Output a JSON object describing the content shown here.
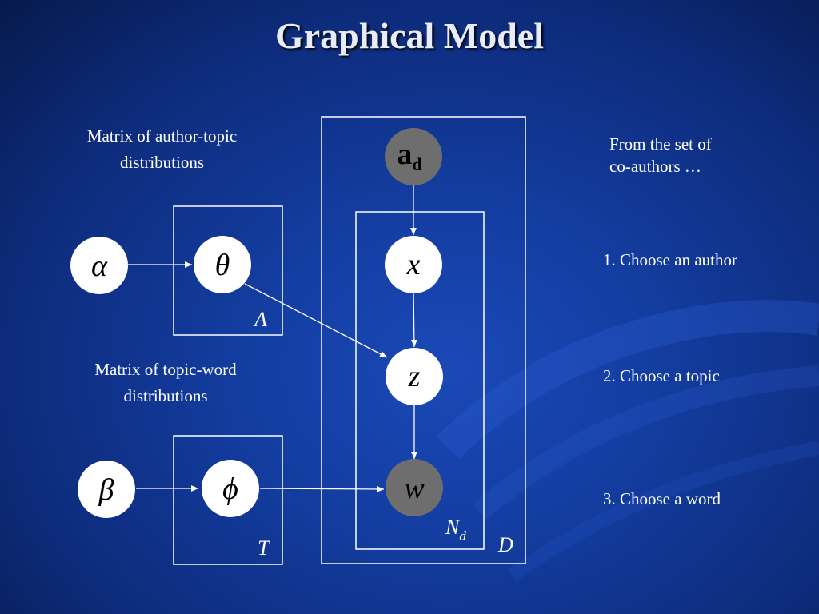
{
  "title": "Graphical Model",
  "notes": {
    "author_topic_line1": "Matrix of author-topic",
    "author_topic_line2": "distributions",
    "topic_word_line1": "Matrix of topic-word",
    "topic_word_line2": "distributions",
    "coauthors_line1": "From the set of",
    "coauthors_line2": "co-authors …",
    "step1": "1. Choose an author",
    "step2": "2. Choose a topic",
    "step3": "3. Choose a word"
  },
  "nodes": {
    "alpha": "α",
    "theta": "θ",
    "beta": "β",
    "phi": "ϕ",
    "ad_main": "a",
    "ad_sub": "d",
    "x": "x",
    "z": "z",
    "w": "w"
  },
  "plates": {
    "A": "A",
    "T": "T",
    "Nd_main": "N",
    "Nd_sub": "d",
    "D": "D"
  },
  "colors": {
    "background": "#133c9e",
    "observed_node": "#6e6e6e",
    "latent_node": "#ffffff",
    "edge": "#ffffff"
  }
}
